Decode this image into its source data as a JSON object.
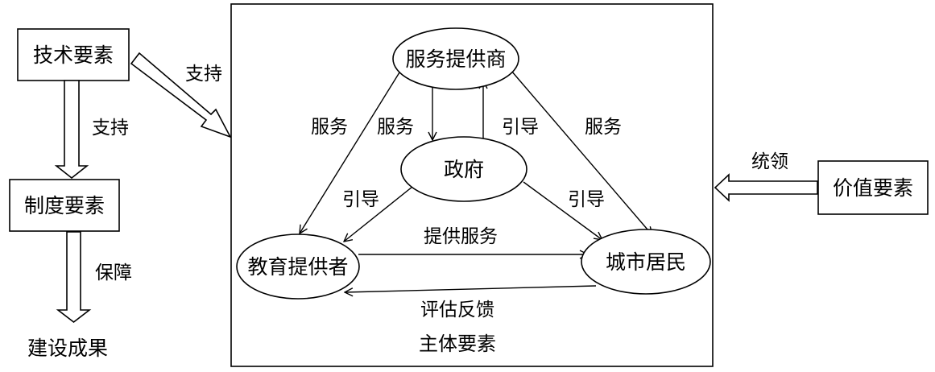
{
  "nodes": {
    "tech": "技术要素",
    "institution": "制度要素",
    "result": "建设成果",
    "value": "价值要素",
    "service_provider": "服务提供商",
    "government": "政府",
    "education_provider": "教育提供者",
    "resident": "城市居民"
  },
  "frame_label": "主体要素",
  "edges": {
    "tech_to_frame": "支持",
    "tech_to_institution": "支持",
    "institution_to_result": "保障",
    "value_to_frame": "统领",
    "sp_to_edu": "服务",
    "sp_to_gov": "服务",
    "gov_to_sp": "引导",
    "sp_to_resident": "服务",
    "gov_to_edu": "引导",
    "gov_to_resident": "引导",
    "edu_to_resident": "提供服务",
    "resident_to_edu": "评估反馈"
  }
}
